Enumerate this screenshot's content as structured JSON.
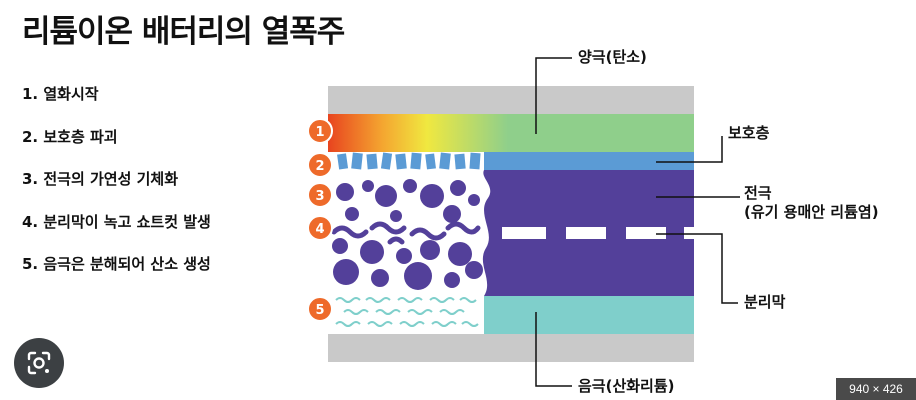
{
  "title": "리튬이온 배터리의 열폭주",
  "steps": [
    "1. 열화시작",
    "2. 보호층 파괴",
    "3. 전극의 가연성 기체화",
    "4. 분리막이 녹고 쇼트컷 발생",
    "5. 음극은 분해되어 산소 생성"
  ],
  "markers": [
    "1",
    "2",
    "3",
    "4",
    "5"
  ],
  "labels": {
    "anode": "양극(탄소)",
    "protective": "보호층",
    "electrode_line1": "전극",
    "electrode_line2": "(유기 용매안 리튬염)",
    "separator": "분리막",
    "cathode": "음극(산화리튬)"
  },
  "image_size": "940 × 426",
  "colors": {
    "casing": "#c9c9c9",
    "anode_green": "#8fcf8b",
    "heat_red": "#e8441f",
    "heat_yellow": "#f0e840",
    "protective_blue": "#5b9bd5",
    "electrolyte_purple": "#53409a",
    "cathode_teal": "#7fcfcb",
    "marker_orange": "#ee6a2a"
  },
  "icons": {
    "lens": "google-lens-icon"
  }
}
